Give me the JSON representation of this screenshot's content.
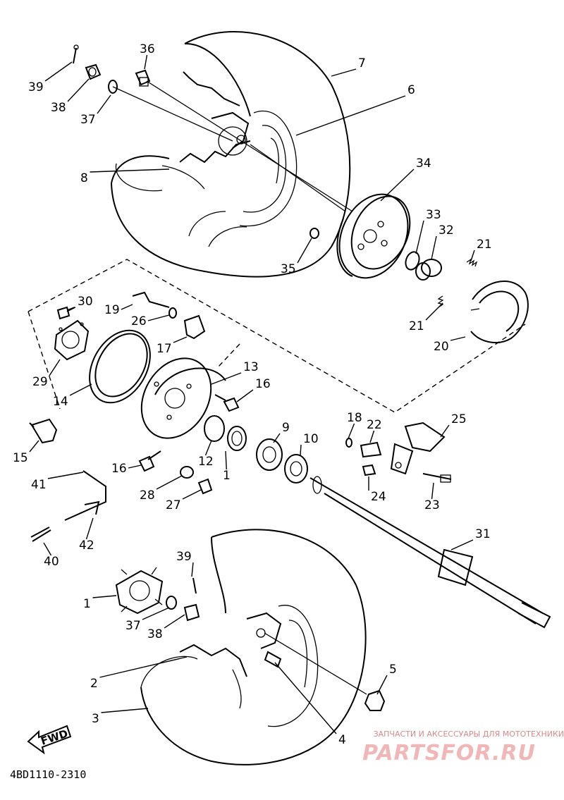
{
  "diagram": {
    "drawing_code": "4BD1110-2310",
    "fwd_label": "FWD",
    "callouts": [
      "1",
      "1",
      "2",
      "3",
      "4",
      "5",
      "6",
      "7",
      "8",
      "9",
      "10",
      "12",
      "13",
      "14",
      "15",
      "16",
      "16",
      "17",
      "18",
      "19",
      "20",
      "21",
      "21",
      "22",
      "23",
      "24",
      "25",
      "26",
      "27",
      "28",
      "29",
      "30",
      "31",
      "32",
      "33",
      "34",
      "35",
      "36",
      "37",
      "37",
      "38",
      "38",
      "39",
      "39",
      "40",
      "41",
      "42"
    ]
  },
  "watermark": {
    "caption": "ЗАПЧАСТИ И АКСЕССУАРЫ ДЛЯ МОТОТЕХНИКИ",
    "logo": "PARTSFOR.RU"
  }
}
